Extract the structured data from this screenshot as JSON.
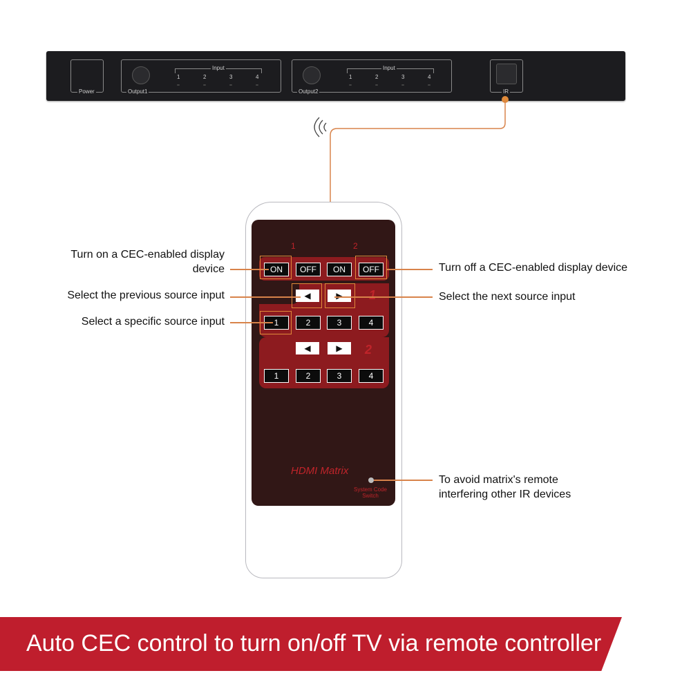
{
  "device": {
    "power_label": "Power",
    "output1_label": "Output1",
    "output2_label": "Output2",
    "input_label": "Input",
    "input_numbers": [
      "1",
      "2",
      "3",
      "4"
    ],
    "ir_label": "IR"
  },
  "remote": {
    "zone1_label": "1",
    "zone2_label": "2",
    "on_label": "ON",
    "off_label": "OFF",
    "prev_icon": "◀",
    "next_icon": "▶",
    "section1_mark": "1",
    "section2_mark": "2",
    "inputs": [
      "1",
      "2",
      "3",
      "4"
    ],
    "brand": "HDMI Matrix",
    "system_code": "System Code Switch"
  },
  "callouts": {
    "turn_on": "Turn on a CEC-enabled display device",
    "turn_off": "Turn off a CEC-enabled display device",
    "prev": "Select the previous source input",
    "next": "Select the next source input",
    "specific": "Select a specific source input",
    "avoid": "To avoid matrix's remote interfering other IR devices"
  },
  "banner": {
    "text": "Auto CEC control to turn on/off TV via remote controller"
  },
  "colors": {
    "accent_line": "#d8834a",
    "banner": "#bf1e2d",
    "remote_red": "#8d1b1f",
    "remote_face": "#311716"
  }
}
